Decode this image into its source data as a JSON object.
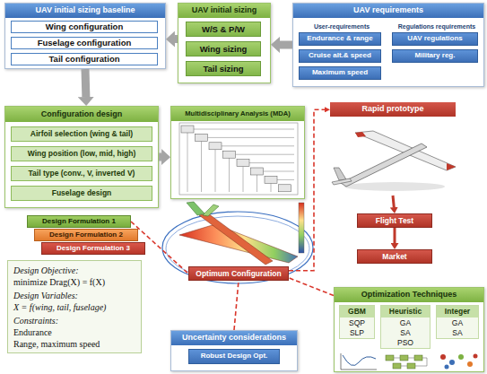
{
  "diagram": {
    "nodes": [
      {
        "text": [
          "UAV initial sizing baseline"
        ]
      },
      {
        "text": [
          "Wing configuration"
        ],
        "in": 0
      },
      {
        "text": [
          "Fuselage configuration"
        ],
        "in": 0
      },
      {
        "text": [
          "Tail configuration"
        ],
        "in": 0
      },
      {
        "text": [
          "UAV initial sizing"
        ]
      },
      {
        "text": [
          "W/S & P/W"
        ],
        "in": 4
      },
      {
        "text": [
          "Wing sizing"
        ],
        "in": 4
      },
      {
        "text": [
          "Tail sizing"
        ],
        "in": 4
      },
      {
        "text": [
          "UAV requirements",
          "User-requirements",
          "Regulations requirements"
        ]
      },
      {
        "text": [
          "Endurance & range"
        ],
        "in": 8
      },
      {
        "text": [
          "Cruise alt.& speed"
        ],
        "in": 8
      },
      {
        "text": [
          "Maximum speed"
        ],
        "in": 8
      },
      {
        "text": [
          "UAV regulations"
        ],
        "in": 8
      },
      {
        "text": [
          "Military reg."
        ],
        "in": 8
      },
      {
        "text": [
          "Configuration design"
        ]
      },
      {
        "text": [
          "Airfoil selection (wing & tail)"
        ],
        "in": 14
      },
      {
        "text": [
          "Wing position (low, mid, high)"
        ],
        "in": 14
      },
      {
        "text": [
          "Tail type (conv., V, inverted V)"
        ],
        "in": 14
      },
      {
        "text": [
          "Fuselage design"
        ],
        "in": 14
      },
      {
        "text": [
          "Multidisciplinary Analysis (MDA)"
        ]
      },
      {
        "text": [
          "Rapid prototype"
        ]
      },
      {
        "text": [
          "Flight Test"
        ]
      },
      {
        "text": [
          "Market"
        ]
      },
      {
        "text": [
          "Design Formulation 1"
        ]
      },
      {
        "text": [
          "Design Formulation 2"
        ]
      },
      {
        "text": [
          "Design Formulation 3"
        ]
      },
      {
        "text": [
          "Design Objective:",
          "minimize Drag(X) = f(X)",
          "Design Variables:",
          "X = f(wing, tail, fuselage)",
          "Constraints:",
          "Endurance",
          "Range, maximum speed"
        ]
      },
      {
        "text": [
          "Optimum Configuration"
        ]
      },
      {
        "text": [
          "Optimization Techniques"
        ]
      },
      {
        "text": [
          "GBM",
          "SQP",
          "SLP"
        ],
        "in": 28
      },
      {
        "text": [
          "Heuristic",
          "GA",
          "SA",
          "PSO"
        ],
        "in": 28
      },
      {
        "text": [
          "Integer",
          "GA",
          "SA"
        ],
        "in": 28
      },
      {
        "text": [
          "Uncertainty considerations"
        ]
      },
      {
        "text": [
          "Robust Design Opt."
        ],
        "in": 32
      }
    ],
    "edges": [
      {
        "from": 8,
        "to": 4,
        "arrow": "to"
      },
      {
        "from": 4,
        "to": 0,
        "arrow": "to"
      },
      {
        "from": 0,
        "to": 14,
        "arrow": "to"
      },
      {
        "from": 14,
        "to": 19,
        "arrow": "to"
      },
      {
        "from": 27,
        "to": 20,
        "arrow": "to"
      },
      {
        "from": 20,
        "to": 21,
        "arrow": "to"
      },
      {
        "from": 21,
        "to": 22,
        "arrow": "to"
      },
      {
        "from": 23,
        "to": 27,
        "arrow": "none"
      },
      {
        "from": 28,
        "to": 27,
        "arrow": "none"
      },
      {
        "from": 32,
        "to": 27,
        "arrow": "none"
      }
    ]
  }
}
